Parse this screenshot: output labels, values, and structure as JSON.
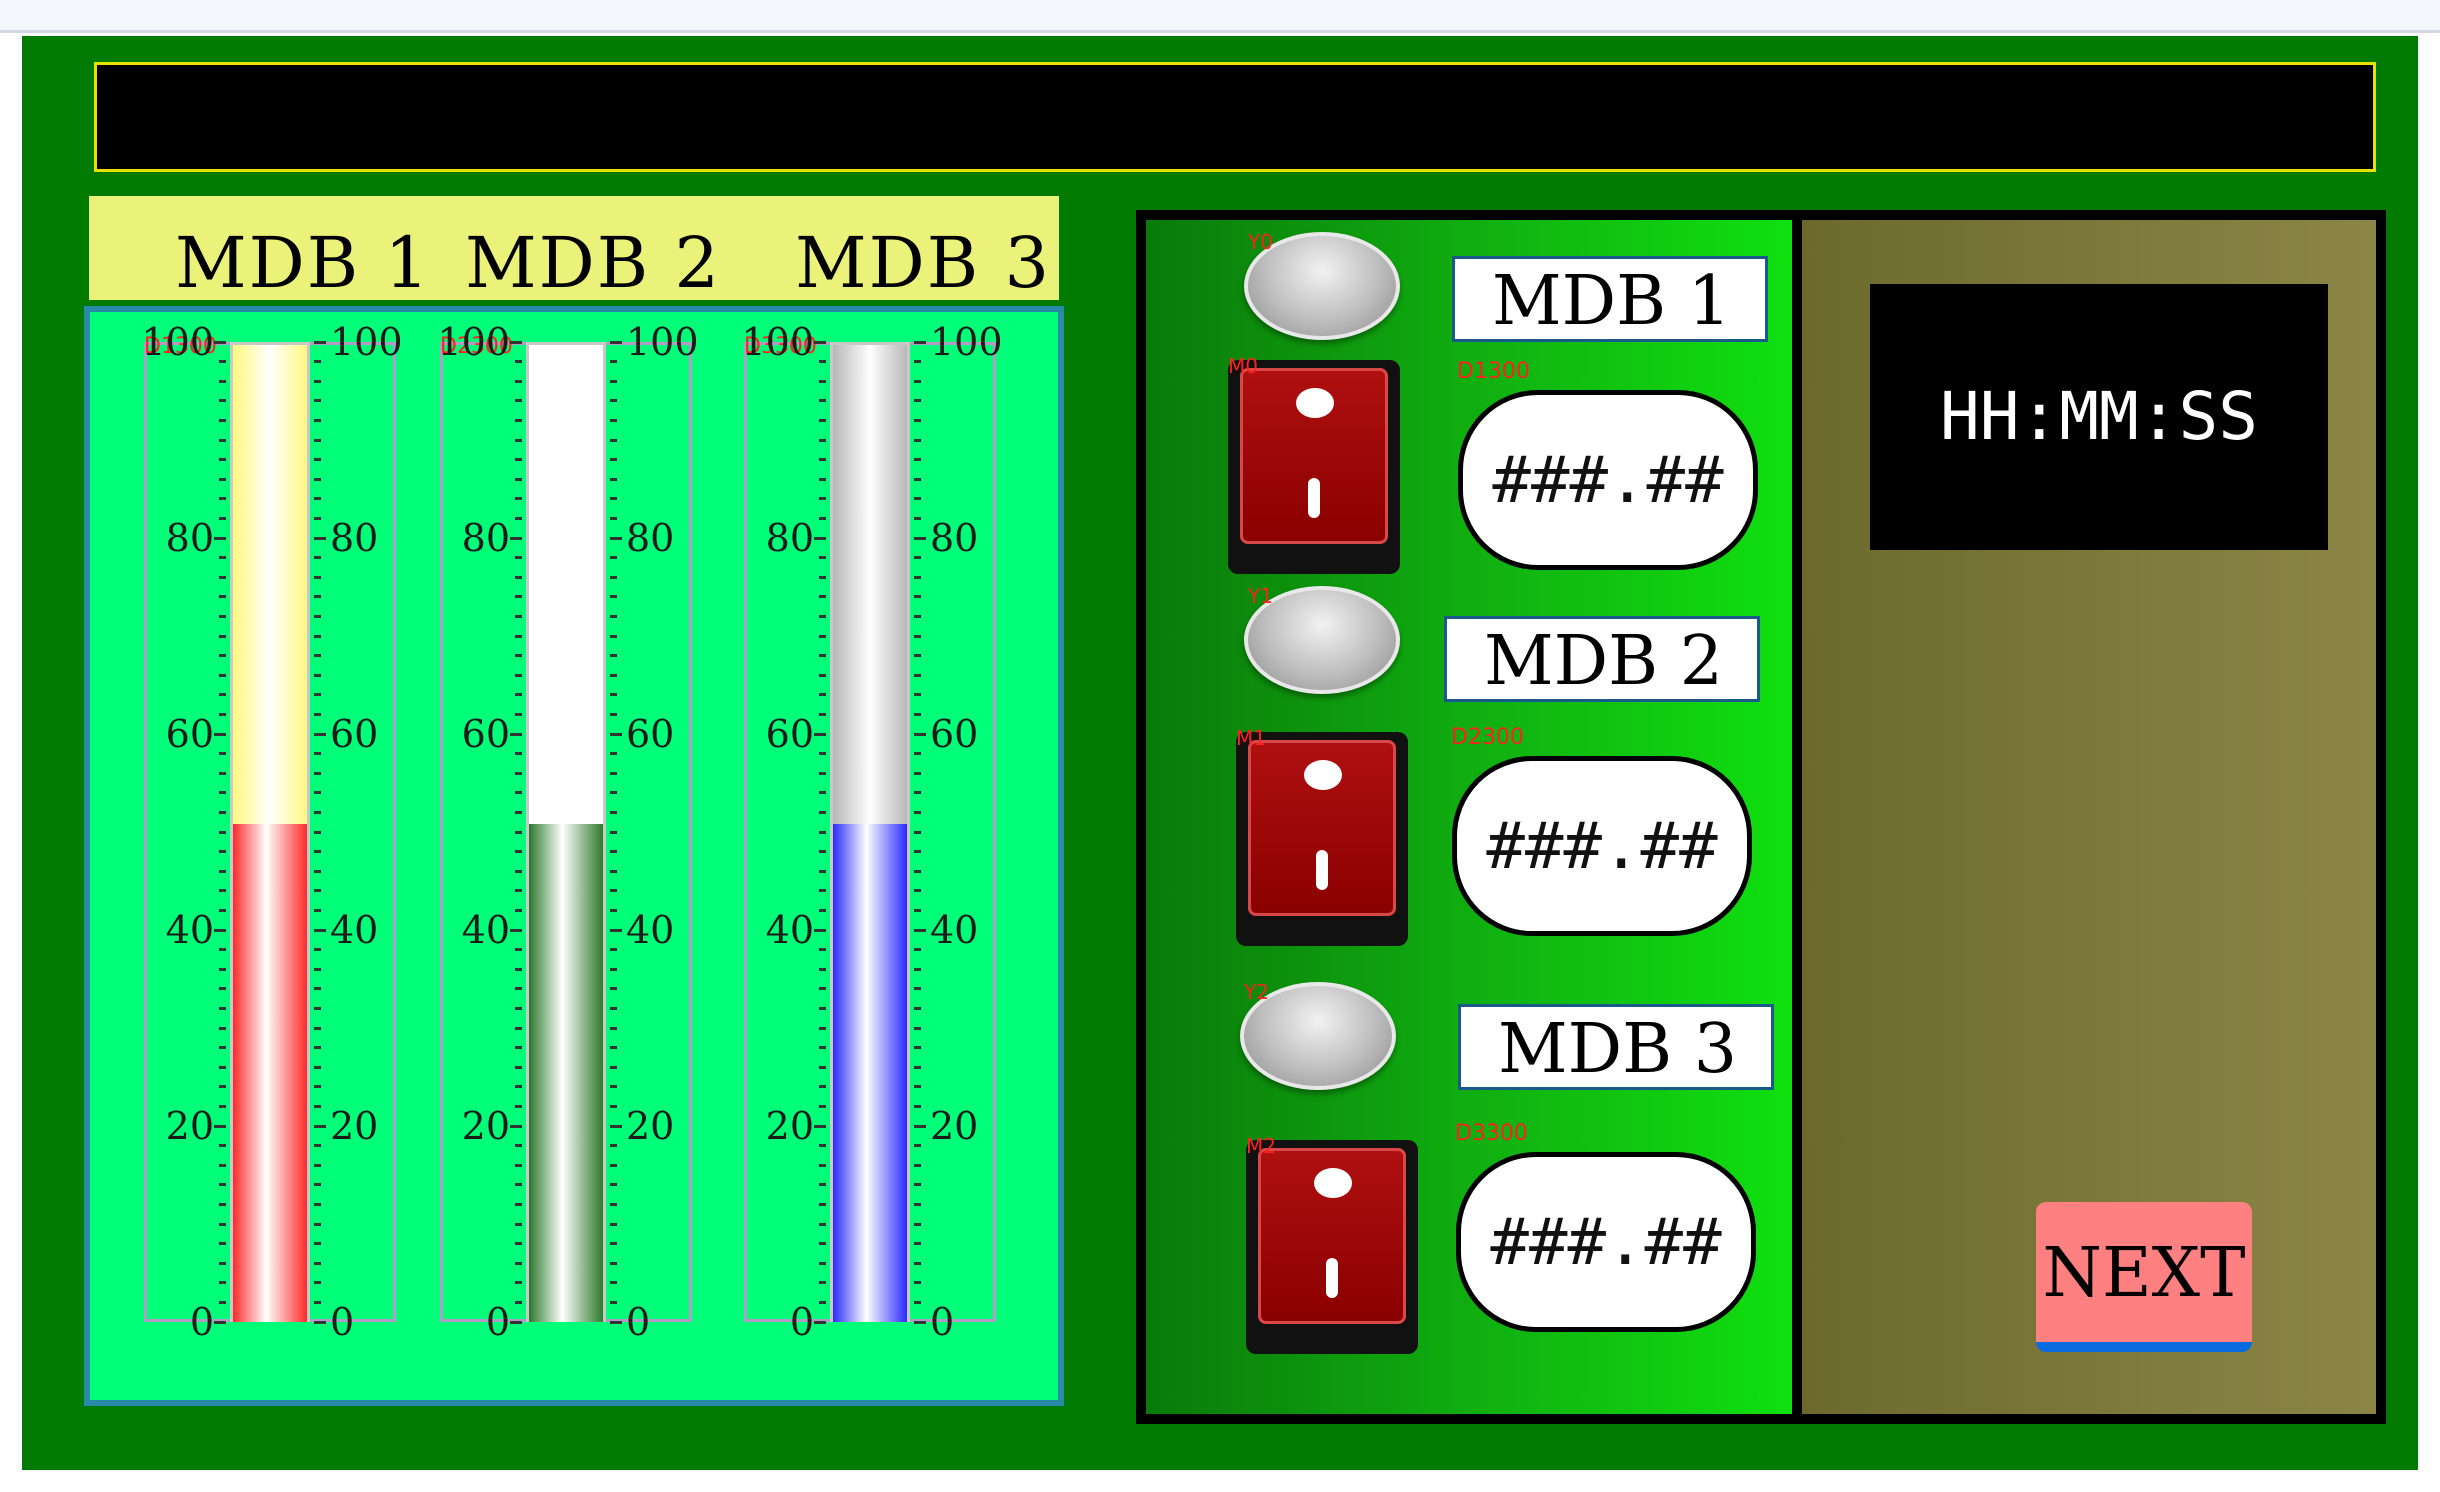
{
  "header": {
    "mdb1": "MDB 1",
    "mdb2": "MDB 2",
    "mdb3": "MDB 3"
  },
  "gauges": [
    {
      "tag": "D1300",
      "fill_color": "#ff2a2a",
      "empty_color": "#fff880",
      "level_percent": 51
    },
    {
      "tag": "D2300",
      "fill_color": "#2d7a2d",
      "empty_color": "#ffffff",
      "level_percent": 51
    },
    {
      "tag": "D3300",
      "fill_color": "#2a2aff",
      "empty_color": "#b7b7b7",
      "level_percent": 51
    }
  ],
  "scale_labels": [
    "100",
    "80",
    "60",
    "40",
    "20",
    "0"
  ],
  "rows": [
    {
      "lamp_tag": "Y0",
      "switch_tag": "M0",
      "value_tag": "D1300",
      "name": "MDB 1",
      "value": "###.##"
    },
    {
      "lamp_tag": "Y1",
      "switch_tag": "M1",
      "value_tag": "D2300",
      "name": "MDB 2",
      "value": "###.##"
    },
    {
      "lamp_tag": "Y2",
      "switch_tag": "M2",
      "value_tag": "D3300",
      "name": "MDB 3",
      "value": "###.##"
    }
  ],
  "clock": "HH:MM:SS",
  "next_label": "NEXT",
  "colors": {
    "frame": "#007a00",
    "panel_left": "#00ff78",
    "header_strip": "#eaf27a",
    "next_button": "#ff8080"
  }
}
